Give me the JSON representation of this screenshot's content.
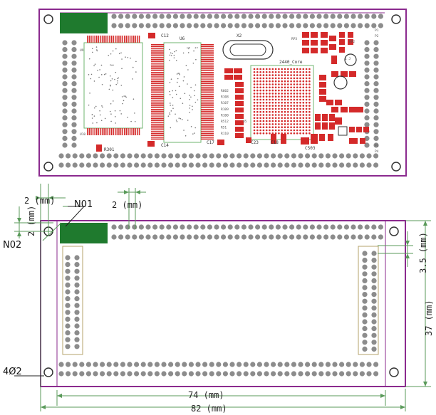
{
  "colors": {
    "outline": "#8b2a8e",
    "dim_line": "#5a9a5a",
    "pin_pad": "#8c8c8c",
    "pin1_block": "#1f7a2e",
    "component": "#d42a2a",
    "silk_line": "#6fb56f"
  },
  "top_view": {
    "labels": {
      "c12": "C12",
      "u6": "U6",
      "x2": "X2",
      "core": "2440_Core",
      "c14": "C14",
      "c17": "C17",
      "c23": "C23",
      "c503": "C503",
      "r301": "R301",
      "c18": "C18",
      "u9": "U9",
      "u10": "U10",
      "u5": "U5",
      "rp3": "RP3",
      "rp2": "RP2",
      "p1": "P1",
      "p2": "P2",
      "p3": "P3",
      "p4": "P4",
      "j1": "1 J"
    },
    "resistor_labels": [
      "R602",
      "R108",
      "R107",
      "R109",
      "R100",
      "R512",
      "R51",
      "R110"
    ]
  },
  "bottom_view": {
    "callouts": {
      "n01": "N01",
      "n02": "N02",
      "hole": "4Ø2"
    },
    "dimensions": {
      "hole_x": "2 (mm)",
      "hole_y": "2 (mm)",
      "pin_pitch": "2 (mm)",
      "row_pitch": "3.5 (mm)",
      "height": "37 (mm)",
      "inner_width": "74 (mm)",
      "outer_width": "82 (mm)"
    }
  }
}
